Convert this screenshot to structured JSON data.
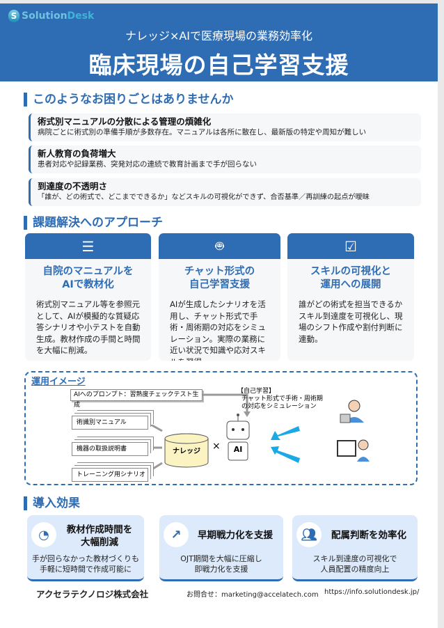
{
  "header": {
    "logo_a": "Solution",
    "logo_b": "Desk",
    "subtitle": "ナレッジ×AIで医療現場の業務効率化",
    "title": "臨床現場の自己学習支援"
  },
  "problems": {
    "heading": "このようなお困りごとはありませんか",
    "items": [
      {
        "title": "術式別マニュアルの分散による管理の煩雑化",
        "desc": "病院ごとに術式別の準備手順が多数存在。マニュアルは各所に散在し、最新版の特定や周知が難しい"
      },
      {
        "title": "新人教育の負荷増大",
        "desc": "患者対応や記録業務、突発対応の連続で教育計画まで手が回らない"
      },
      {
        "title": "到達度の不透明さ",
        "desc": "「誰が、どの術式で、どこまでできるか」などスキルの可視化ができず、合否基準／再訓練の起点が曖昧"
      }
    ]
  },
  "approach": {
    "heading": "課題解決へのアプローチ",
    "cards": [
      {
        "icon": "layers-icon",
        "title": "自院のマニュアルを\nAIで教材化",
        "desc": "術式別マニュアル等を参照元として、AIが模擬的な質疑応答シナリオや小テストを自動生成。教材作成の手間と時間を大幅に削減。"
      },
      {
        "icon": "robot-icon",
        "title": "チャット形式の\n自己学習支援",
        "desc": "AIが生成したシナリオを活用し、チャット形式で手術・周術期の対応をシミュレーション。実際の業務に近い状況で知識や応対スキルを習得。"
      },
      {
        "icon": "checkbox-icon",
        "title": "スキルの可視化と\n運用への展開",
        "desc": "誰がどの術式を担当できるかスキル到達度を可視化し、現場のシフト作成や割付判断に連動。"
      }
    ]
  },
  "diagram": {
    "heading": "運用イメージ",
    "prompt": "AIへのプロンプト：習熟度チェックテスト生成",
    "docs": [
      "術識別マニュアル",
      "機器の取扱説明書",
      "トレーニング用シナリオ"
    ],
    "knowledge": "ナレッジ",
    "times": "×",
    "ai": "AI",
    "note_title": "【自己学習】",
    "note_1": "チャット形式で手術・周術期",
    "note_2": "の対応をシミュレーション"
  },
  "effects": {
    "heading": "導入効果",
    "cards": [
      {
        "icon": "timer-icon",
        "title": "教材作成時間を\n大幅削減",
        "desc": "手が回らなかった教材づくりも\n手軽に短時間で作成可能に"
      },
      {
        "icon": "trend-up-icon",
        "title": "早期戦力化を支援",
        "desc": "OJT期間を大幅に圧縮し\n即戦力化を支援"
      },
      {
        "icon": "people-icon",
        "title": "配属判断を効率化",
        "desc": "スキル到達度の可視化で\n人員配置の精度向上"
      }
    ]
  },
  "footer": {
    "company": "アクセラテクノロジ株式会社",
    "contact_label": "お問合せ：",
    "email": "marketing@accelatech.com",
    "url": "https://info.solutiondesk.jp/"
  },
  "colors": {
    "primary": "#2e6db4",
    "light": "#ddeafb",
    "arrow": "#1aa8e6"
  }
}
